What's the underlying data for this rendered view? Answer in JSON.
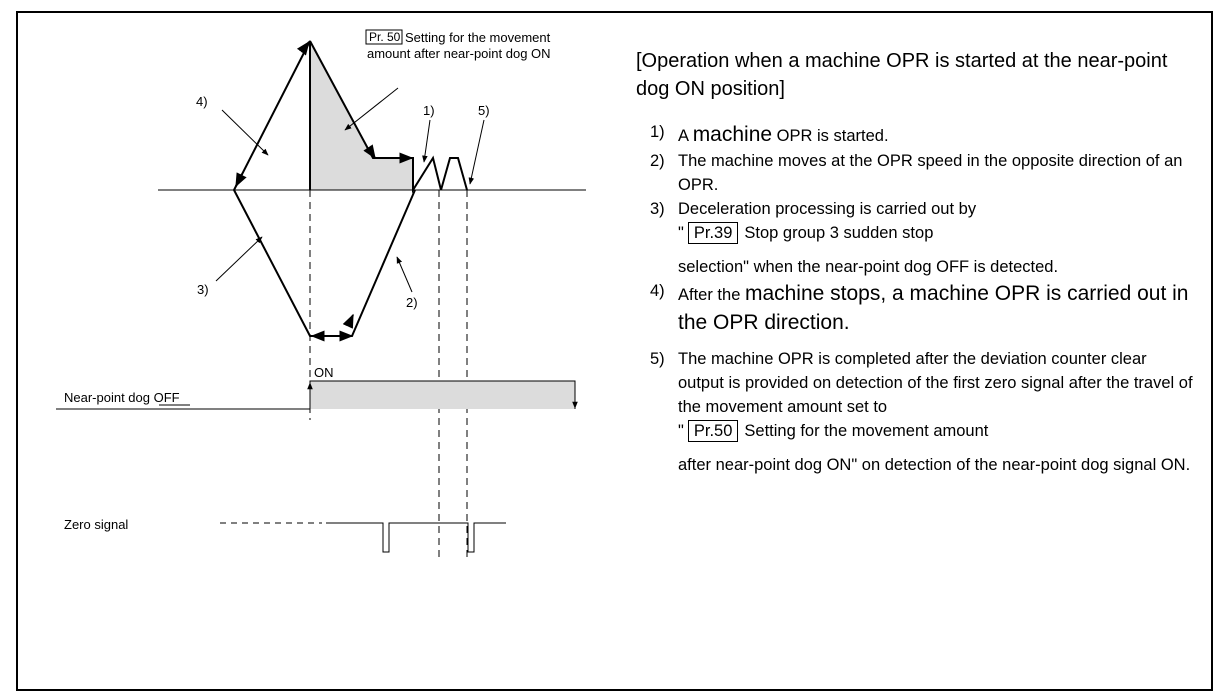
{
  "diagram": {
    "pr50_ref": "Pr. 50",
    "pr50_text_line1": "Setting for the movement",
    "pr50_text_line2": "amount after near-point dog ON",
    "label_1": "1)",
    "label_2": "2)",
    "label_3": "3)",
    "label_4": "4)",
    "label_5": "5)",
    "on_label": "ON",
    "near_point_dog_label": "Near-point dog OFF",
    "zero_signal_label": "Zero signal"
  },
  "explanation": {
    "heading": "[Operation when a machine OPR is started at the near-point dog ON position]",
    "step1_num": "1)",
    "step1_a": "A ",
    "step1_b": "machine",
    "step1_c": " OPR is started.",
    "step2_num": "2)",
    "step2": "The machine moves at the OPR speed in the opposite direction of an OPR.",
    "step3_num": "3)",
    "step3_a": "Deceleration processing is carried out by",
    "step3_quote": "\"",
    "step3_ref": "Pr.39",
    "step3_b": "Stop group 3 sudden stop",
    "step3_c": "selection\" when the near-point dog OFF is detected.",
    "step4_num": "4)",
    "step4_a": "After the ",
    "step4_b": "machine stops, a machine OPR is carried out in the OPR direction.",
    "step5_num": "5)",
    "step5_a": "The machine OPR is completed after the deviation counter clear output is provided on detection of the first zero signal after the travel of the movement amount set to",
    "step5_quote": "\"",
    "step5_ref": "Pr.50",
    "step5_b": "Setting for the movement amount",
    "step5_c": "after near-point dog ON\" on detection of the near-point dog signal ON."
  }
}
